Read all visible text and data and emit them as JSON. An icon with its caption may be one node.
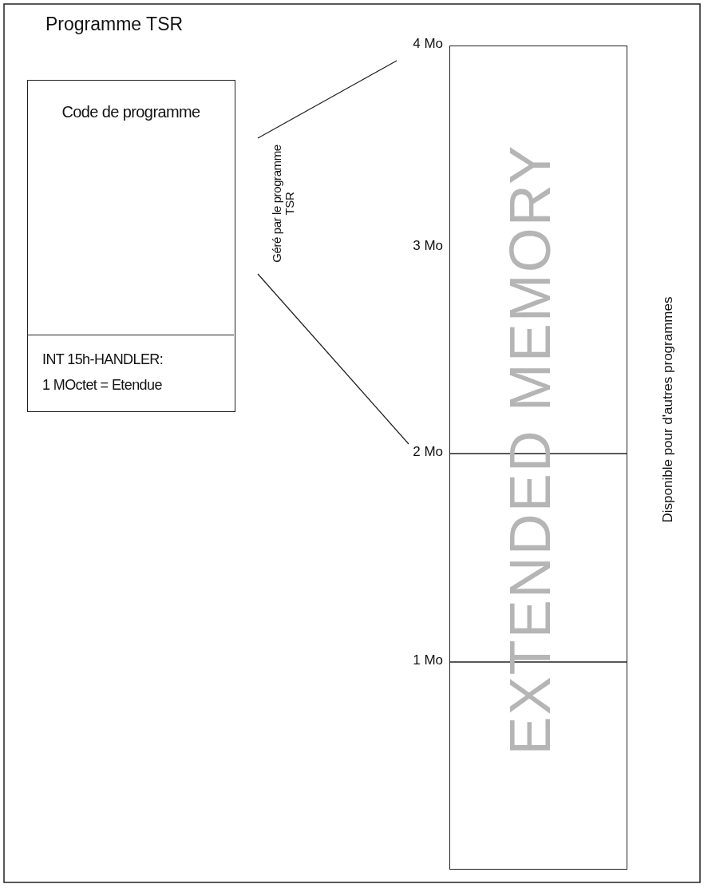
{
  "diagram": {
    "nodes": [
      {
        "text": [
          "Programme TSR"
        ]
      },
      {
        "text": [
          "Code de programme"
        ],
        "in": 0
      },
      {
        "text": [
          "INT 15h-HANDLER: 1 MOctet = Etendue"
        ],
        "in": 0
      },
      {
        "text": [
          "EXTENDED MEMORY"
        ],
        "beside": [
          "Disponible pour d'autres programmes"
        ]
      }
    ],
    "labels": [
      "4 Mo",
      "3 Mo",
      "2 Mo",
      "1 Mo",
      "Géré par le programme TSR"
    ]
  }
}
